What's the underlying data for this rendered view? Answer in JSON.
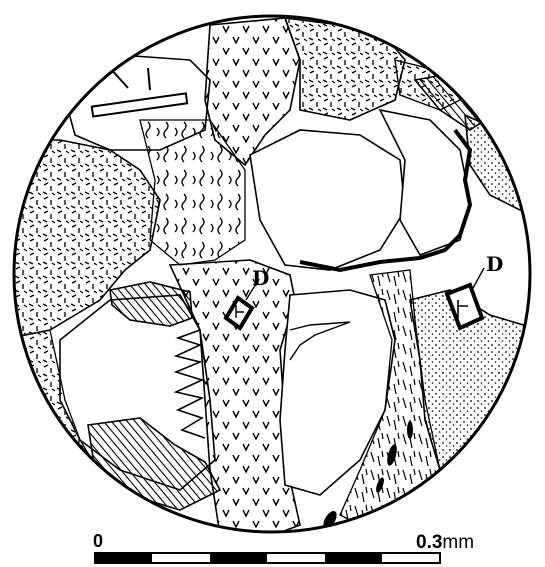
{
  "labels": {
    "d1": "D",
    "d2": "D"
  },
  "scale": {
    "start": "0",
    "end_value": "0.3",
    "end_unit": "mm"
  },
  "colors": {
    "ink": "#000000",
    "paper": "#ffffff"
  },
  "icons": {
    "north": "none"
  }
}
